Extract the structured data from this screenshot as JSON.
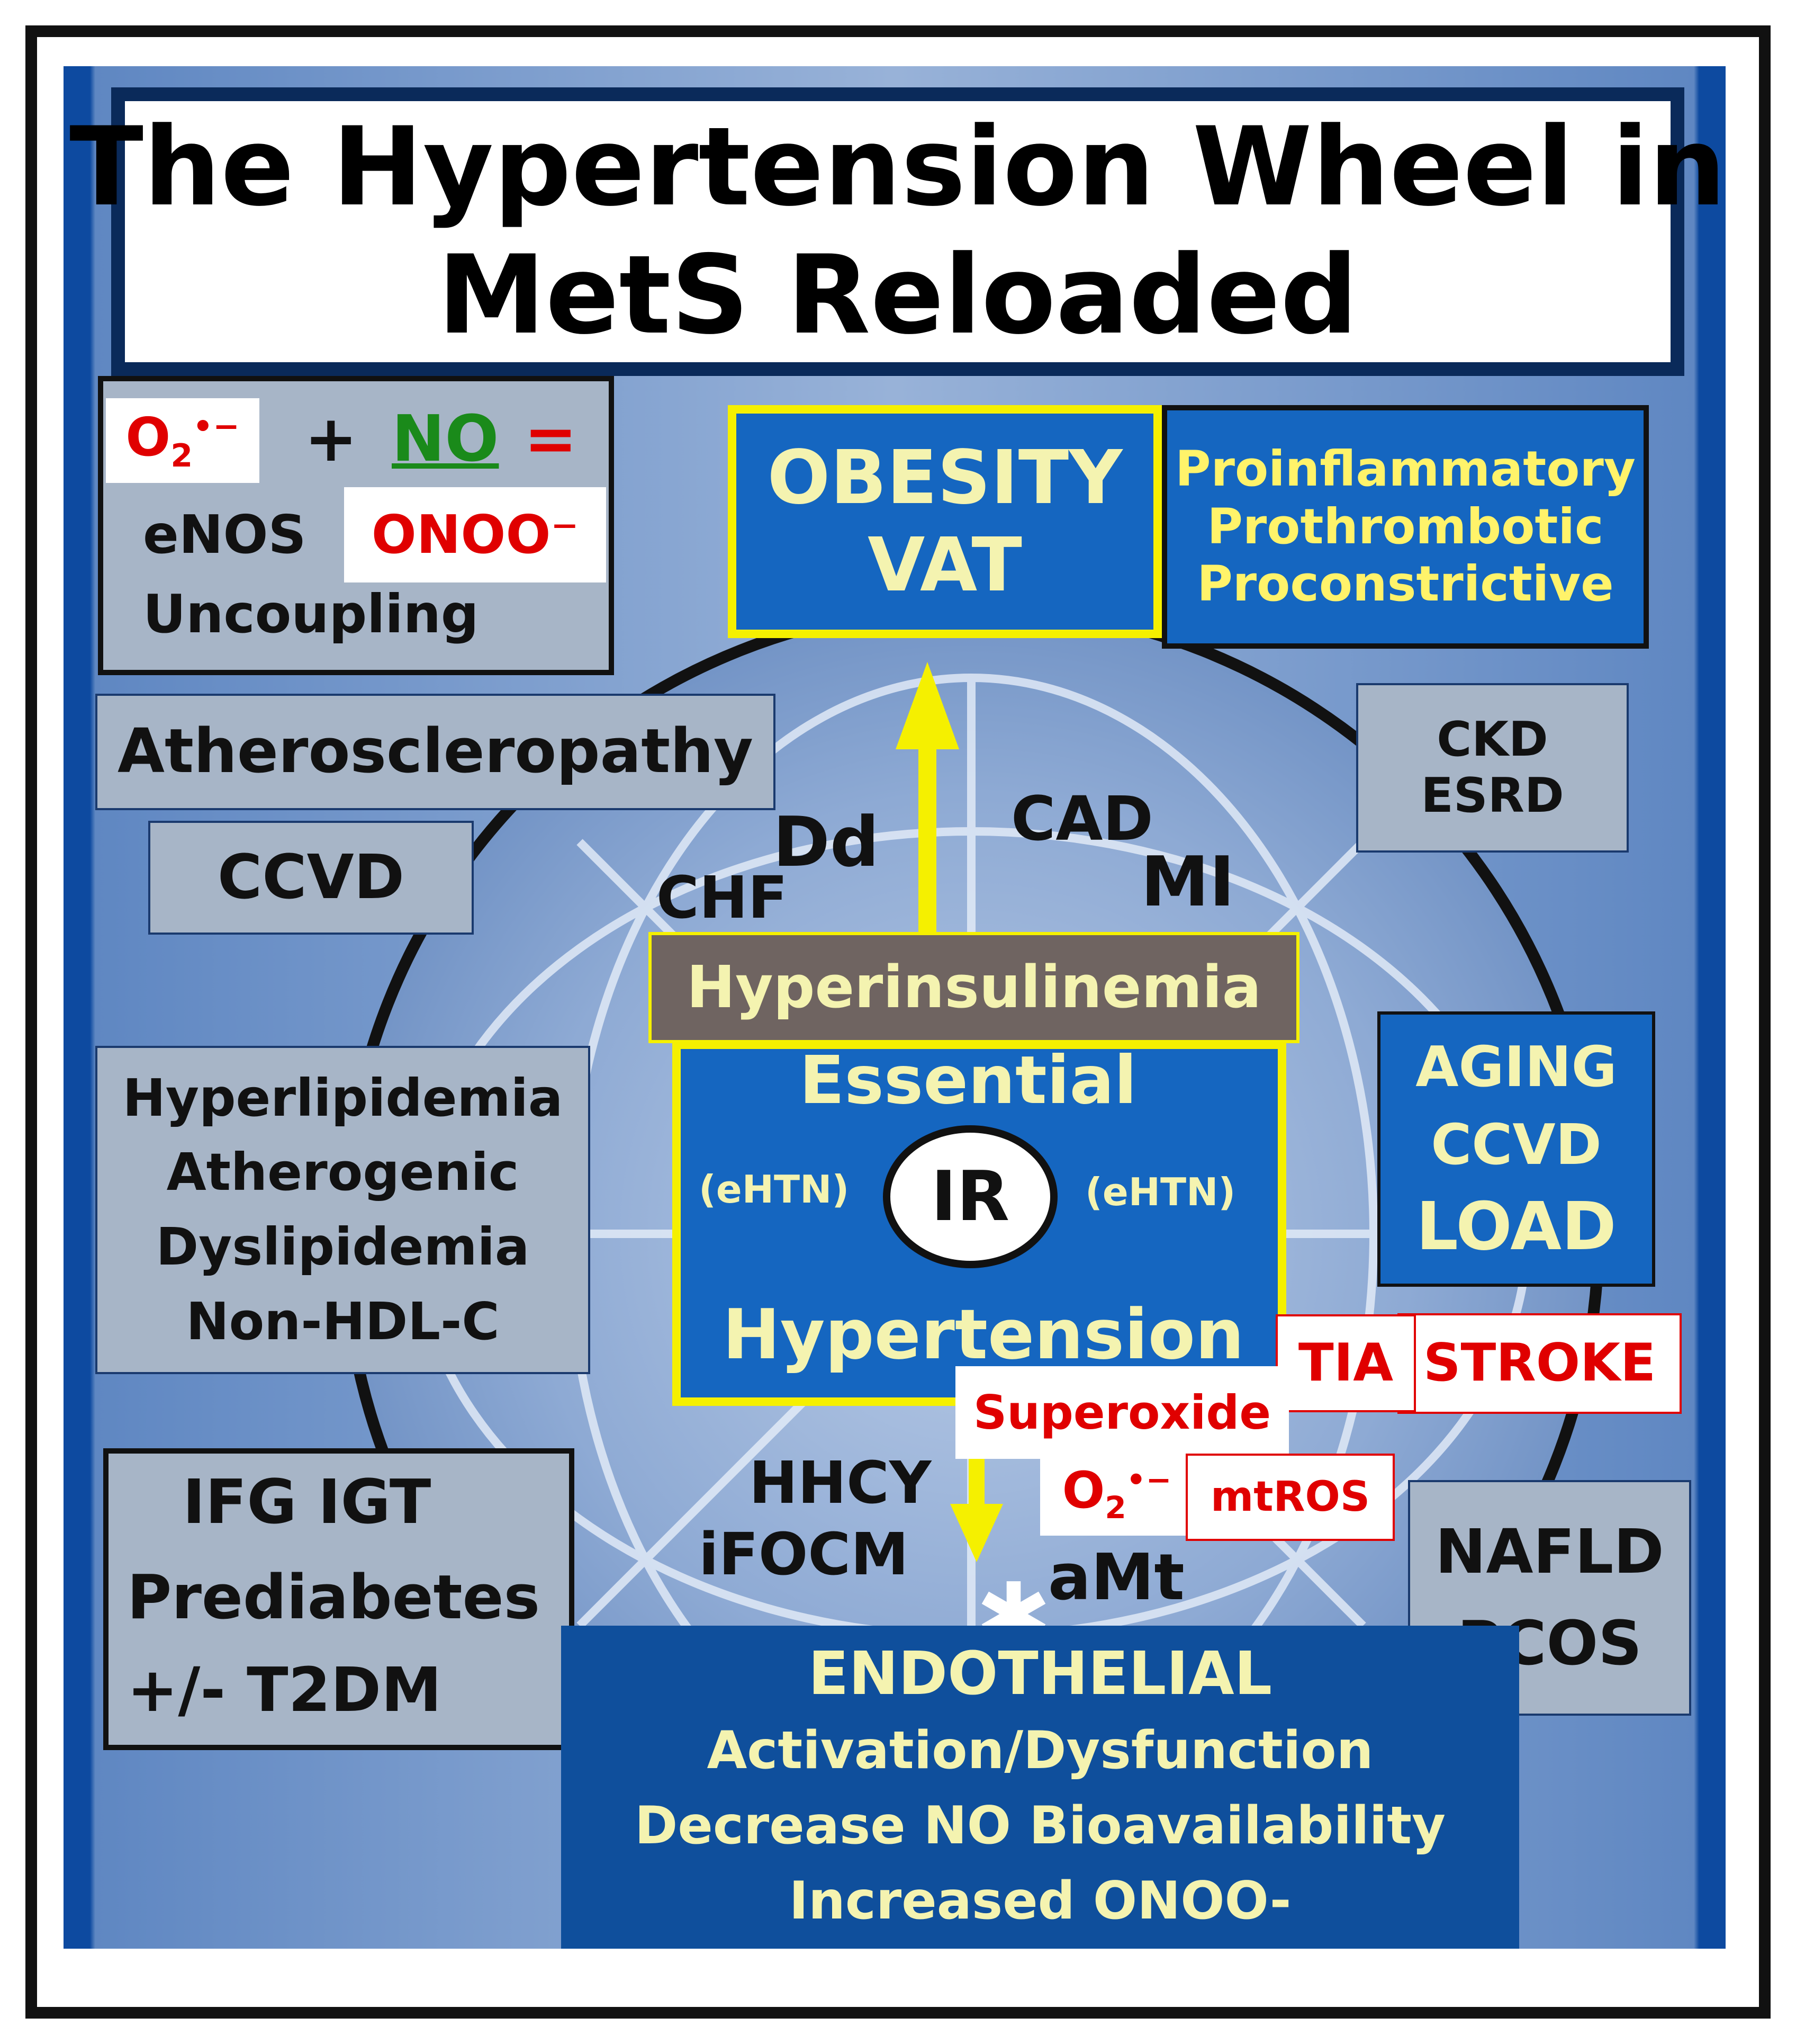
{
  "title": {
    "line1": "The Hypertension Wheel in",
    "line2": "MetS Reloaded"
  },
  "eq": {
    "superoxide": "O",
    "sub": "2",
    "sup": "•−",
    "plus": "+",
    "no": "NO",
    "equals": "=",
    "enos": "eNOS",
    "onoo": "ONOO⁻",
    "uncoupling": "Uncoupling"
  },
  "obesity": {
    "line1": "OBESITY",
    "line2": "VAT"
  },
  "pro": [
    "Proinflammatory",
    "Prothrombotic",
    "Proconstrictive"
  ],
  "athero": "Atheroscleropathy",
  "ccvd": "CCVD",
  "ckd": {
    "line1": "CKD",
    "line2": "ESRD"
  },
  "wheel": {
    "dd": "Dd",
    "chf": "CHF",
    "cad": "CAD",
    "mi": "MI",
    "hhcy": "HHCY",
    "ifocm": "iFOCM",
    "amt": "aMt"
  },
  "hyperinsulinemia": "Hyperinsulinemia",
  "essential": "Essential",
  "ehtn_left": "(eHTN)",
  "ehtn_right": "(eHTN)",
  "ir": "IR",
  "hypertension": "Hypertension",
  "lipids": [
    "Hyperlipidemia",
    "Atherogenic",
    "Dyslipidemia",
    "Non-HDL-C"
  ],
  "aging": {
    "line1": "AGING",
    "line2": "CCVD",
    "line3": "LOAD"
  },
  "tia": "TIA",
  "stroke": "STROKE",
  "superoxide": "Superoxide",
  "o2": {
    "base": "O",
    "sub": "2",
    "sup": "•−"
  },
  "mtros": "mtROS",
  "glucose": [
    "IFG IGT",
    "Prediabetes",
    "+/- T2DM"
  ],
  "nafld": {
    "line1": "NAFLD",
    "line2": "PCOS"
  },
  "endothelial": [
    "ENDOTHELIAL",
    "Activation/Dysfunction",
    "Decrease NO Bioavailability",
    "Increased ONOO-"
  ]
}
